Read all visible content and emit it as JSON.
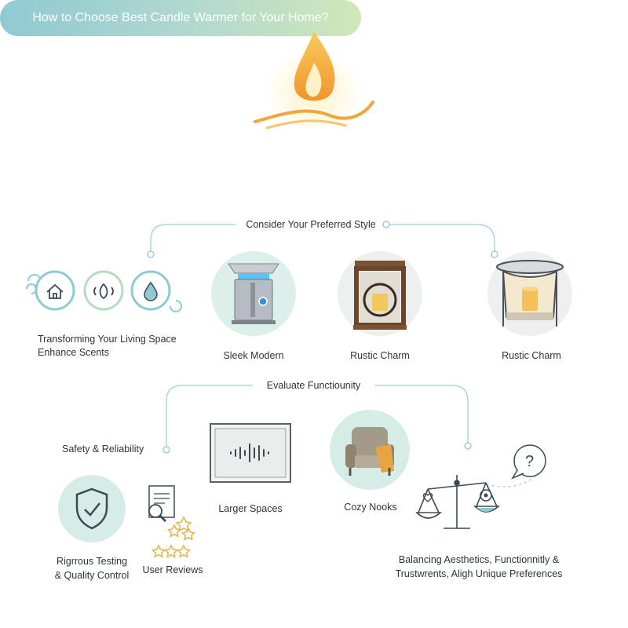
{
  "title": "How to Choose Best Candle Warmer for Your Home?",
  "section1": {
    "heading": "Consider Your Preferred Style",
    "left_caption_line1": "Transforming Your Living Space",
    "left_caption_line2": "Enhance Scents",
    "items": [
      {
        "label": "Sleek Modern",
        "icon": "electric-warmer-icon"
      },
      {
        "label": "Rustic Charm",
        "icon": "lantern-warmer-icon"
      },
      {
        "label": "Rustic Charm",
        "icon": "glass-warmer-icon"
      }
    ]
  },
  "section2": {
    "heading": "Evaluate Functiounity",
    "left_heading": "Safety & Reliability",
    "items": [
      {
        "label_line1": "Rigrrous Testing",
        "label_line2": "& Quality Control",
        "icon": "shield-check-icon"
      },
      {
        "label": "User Reviews",
        "icon": "document-stars-icon"
      },
      {
        "label": "Larger Spaces",
        "icon": "sound-wave-icon"
      },
      {
        "label": "Cozy Nooks",
        "icon": "armchair-icon"
      }
    ],
    "balance_caption_line1": "Balancing Aesthetics, Functionnitly &",
    "balance_caption_line2": "Trustwrents, Aligh Unique Preferences"
  },
  "colors": {
    "accent": "#8fc9d3",
    "line": "#9ccfd6",
    "circle_fill": "#dcefeb",
    "star": "#e6b24a"
  }
}
